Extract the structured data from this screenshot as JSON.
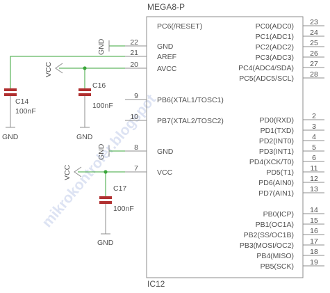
{
  "ic": {
    "part": "MEGA8-P",
    "reference": "IC12"
  },
  "left_pins": [
    {
      "num": "22",
      "name": "GND"
    },
    {
      "num": "21",
      "name": "AREF"
    },
    {
      "num": "20",
      "name": "AVCC"
    },
    {
      "num": "9",
      "name": "PB6(XTAL1/TOSC1)"
    },
    {
      "num": "10",
      "name": "PB7(XTAL2/TOSC2)"
    },
    {
      "num": "8",
      "name": "GND"
    },
    {
      "num": "7",
      "name": "VCC"
    }
  ],
  "right_pins": [
    {
      "num": "23",
      "name": "PC0(ADC0)"
    },
    {
      "num": "24",
      "name": "PC1(ADC1)"
    },
    {
      "num": "25",
      "name": "PC2(ADC2)"
    },
    {
      "num": "26",
      "name": "PC3(ADC3)"
    },
    {
      "num": "27",
      "name": "PC4(ADC4/SDA)"
    },
    {
      "num": "28",
      "name": "PC5(ADC5/SCL)"
    },
    {
      "num": "2",
      "name": "PD0(RXD)"
    },
    {
      "num": "3",
      "name": "PD1(TXD)"
    },
    {
      "num": "4",
      "name": "PD2(INT0)"
    },
    {
      "num": "5",
      "name": "PD3(INT1)"
    },
    {
      "num": "6",
      "name": "PD4(XCK/T0)"
    },
    {
      "num": "11",
      "name": "PD5(T1)"
    },
    {
      "num": "12",
      "name": "PD6(AIN0)"
    },
    {
      "num": "13",
      "name": "PD7(AIN1)"
    },
    {
      "num": "14",
      "name": "PB0(ICP)"
    },
    {
      "num": "15",
      "name": "PB1(OC1A)"
    },
    {
      "num": "16",
      "name": "PB2(SS/OC1B)"
    },
    {
      "num": "17",
      "name": "PB3(MOSI/OC2)"
    },
    {
      "num": "18",
      "name": "PB4(MISO)"
    },
    {
      "num": "19",
      "name": "PB5(SCK)"
    }
  ],
  "ic_label": "PC6(/RESET)",
  "parts": {
    "c14": {
      "name": "C14",
      "value": "100nF"
    },
    "c16": {
      "name": "C16",
      "value": "100nF"
    },
    "c17": {
      "name": "C17",
      "value": "100nF"
    }
  },
  "nets": {
    "gnd": "GND",
    "vcc": "VCC"
  },
  "watermark": "mikrokontroler.blogspot",
  "colors": {
    "wire": "#3aa63a",
    "pad": "#b03030",
    "line": "#8c8c8c",
    "text": "#505050",
    "watermark": "#dde3f3"
  }
}
